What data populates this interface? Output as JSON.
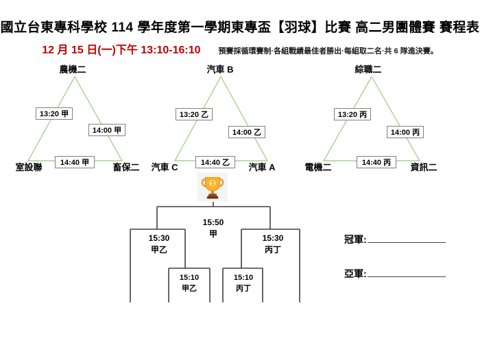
{
  "header": {
    "title": "國立台東專科學校 114 學年度第一學期東專盃【羽球】比賽 高二男團體賽 賽程表",
    "date_line": "12 月 15 日(一)下午 13:10-16:10",
    "note": "預賽採循環賽制·各組戰績最佳者勝出·每組取二名·共 6 隊進決賽。"
  },
  "groups": [
    {
      "name": "甲",
      "top_team": "農機二",
      "left_team": "室設聯",
      "right_team": "畜保二",
      "match_left": "13:20 甲",
      "match_right": "14:00 甲",
      "match_bottom": "14:40 甲"
    },
    {
      "name": "乙",
      "top_team": "汽車 B",
      "left_team": "汽車 C",
      "right_team": "汽車 A",
      "match_left": "13:20 乙",
      "match_right": "14:00 乙",
      "match_bottom": "14:40 乙"
    },
    {
      "name": "丙",
      "top_team": "綜職二",
      "left_team": "電機二",
      "right_team": "資訊二",
      "match_left": "13:20 丙",
      "match_right": "14:00 丙",
      "match_bottom": "14:40 丙"
    }
  ],
  "bracket": {
    "final": {
      "time": "15:50",
      "court": "甲"
    },
    "semi_left": {
      "time": "15:30",
      "court": "甲乙"
    },
    "semi_right": {
      "time": "15:30",
      "court": "丙丁"
    },
    "quarter_left": {
      "time": "15:10",
      "court": "甲乙"
    },
    "quarter_right": {
      "time": "15:10",
      "court": "丙丁"
    }
  },
  "results": {
    "champion_label": "冠軍:",
    "runner_up_label": "亞軍:"
  },
  "icons": {
    "trophy": "trophy-icon"
  },
  "colors": {
    "triangle_line": "#a9d18e",
    "bracket_line": "#3f3f3f",
    "box_border": "#7f7f7f",
    "date_red": "#c00000",
    "trophy_gold": "#ffb02e",
    "trophy_base_brown": "#8d4f1f"
  }
}
